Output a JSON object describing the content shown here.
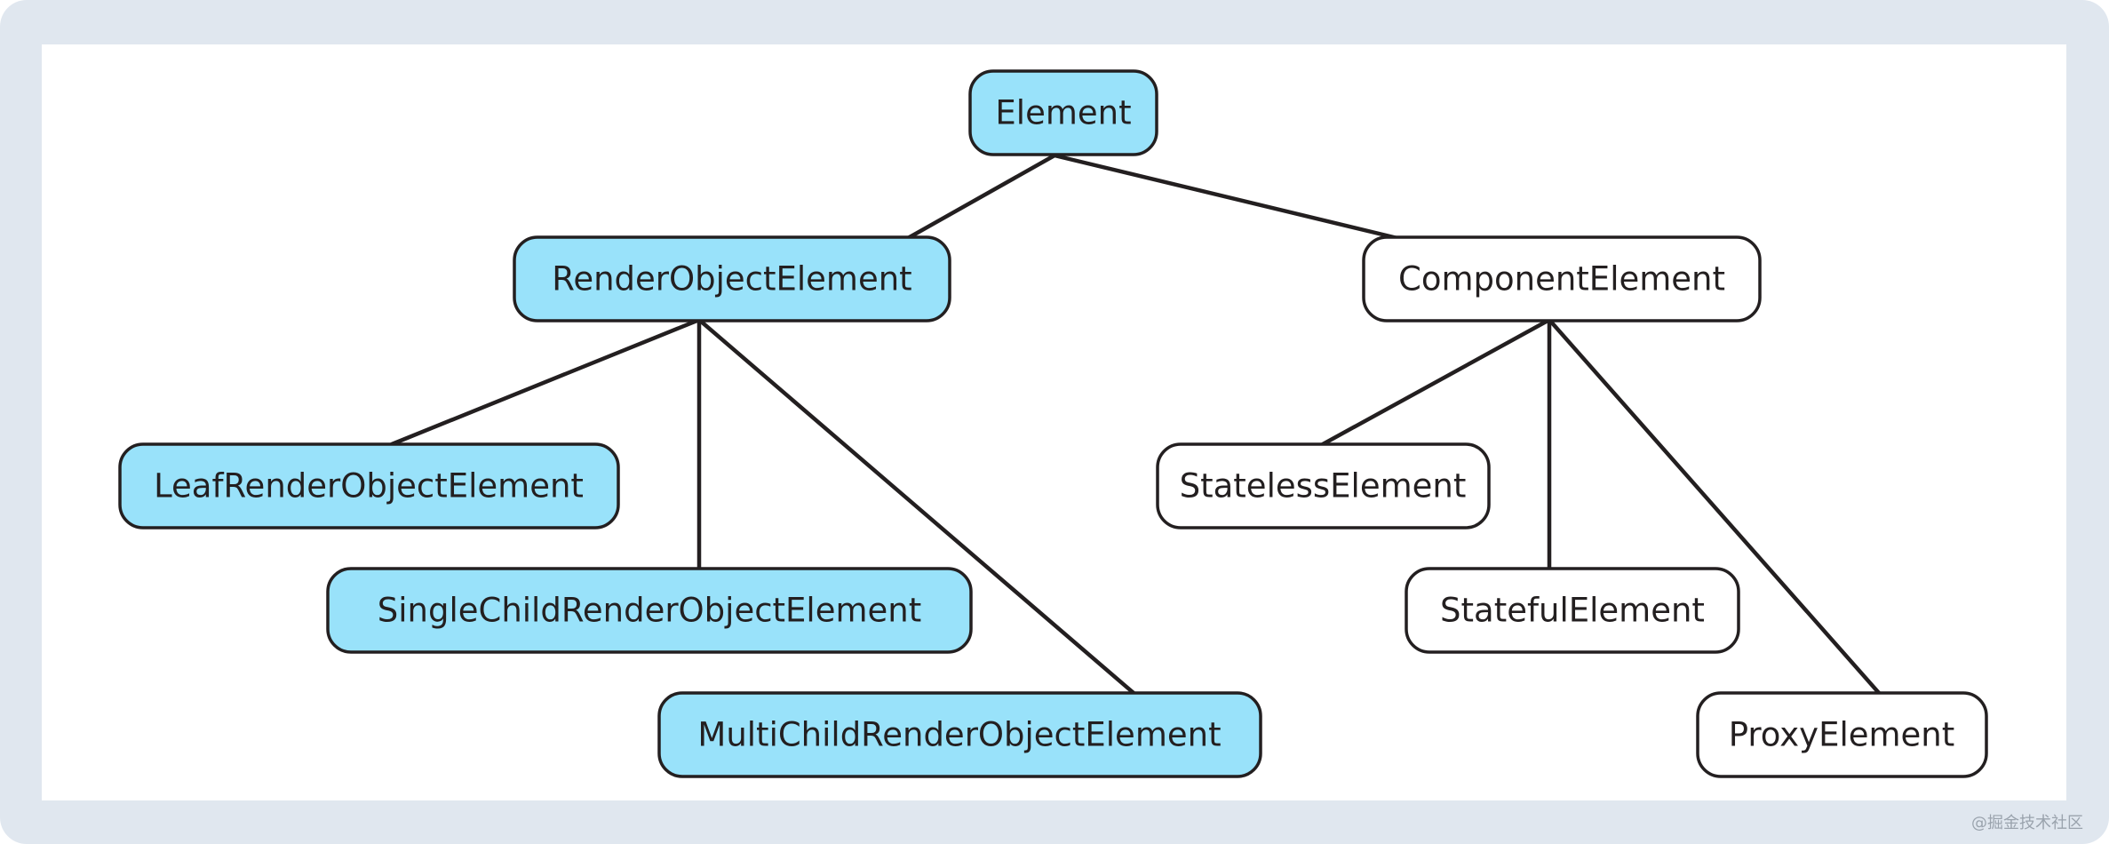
{
  "diagram": {
    "nodes": {
      "element": "Element",
      "render_object_element": "RenderObjectElement",
      "component_element": "ComponentElement",
      "leaf_render_object_element": "LeafRenderObjectElement",
      "single_child_render_object_element": "SingleChildRenderObjectElement",
      "multi_child_render_object_element": "MultiChildRenderObjectElement",
      "stateless_element": "StatelessElement",
      "stateful_element": "StatefulElement",
      "proxy_element": "ProxyElement"
    },
    "edges": [
      [
        "element",
        "render_object_element"
      ],
      [
        "element",
        "component_element"
      ],
      [
        "render_object_element",
        "leaf_render_object_element"
      ],
      [
        "render_object_element",
        "single_child_render_object_element"
      ],
      [
        "render_object_element",
        "multi_child_render_object_element"
      ],
      [
        "component_element",
        "stateless_element"
      ],
      [
        "component_element",
        "stateful_element"
      ],
      [
        "component_element",
        "proxy_element"
      ]
    ],
    "colors": {
      "render_object_fill": "#99e2fa",
      "component_fill": "#ffffff",
      "stroke": "#231f20",
      "frame": "#e0e7ef"
    }
  },
  "watermark": "@掘金技术社区"
}
